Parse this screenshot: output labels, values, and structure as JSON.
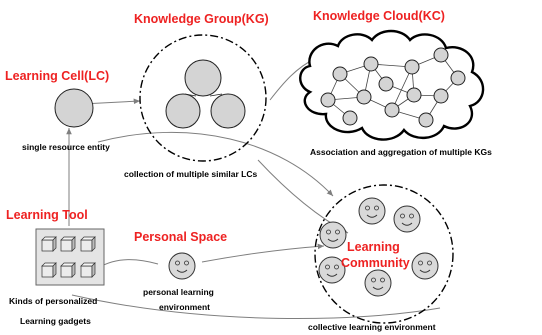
{
  "colors": {
    "title": "#ee2222",
    "node": "#d4d4d4",
    "flow_arrow": "#7f7f7f"
  },
  "learning_cell": {
    "title": "Learning Cell(LC)",
    "caption": "single resource entity"
  },
  "knowledge_group": {
    "title": "Knowledge Group(KG)",
    "caption": "collection of multiple similar LCs"
  },
  "knowledge_cloud": {
    "title": "Knowledge Cloud(KC)",
    "caption": "Association and aggregation of multiple KGs"
  },
  "learning_tool": {
    "title": "Learning Tool",
    "caption_line1": "Kinds of personalized",
    "caption_line2": "Learning gadgets"
  },
  "personal_space": {
    "title": "Personal Space",
    "caption_line1": "personal learning",
    "caption_line2": "environment"
  },
  "learning_community": {
    "title_line1": "Learning",
    "title_line2": "Community",
    "caption": "collective learning environment"
  }
}
